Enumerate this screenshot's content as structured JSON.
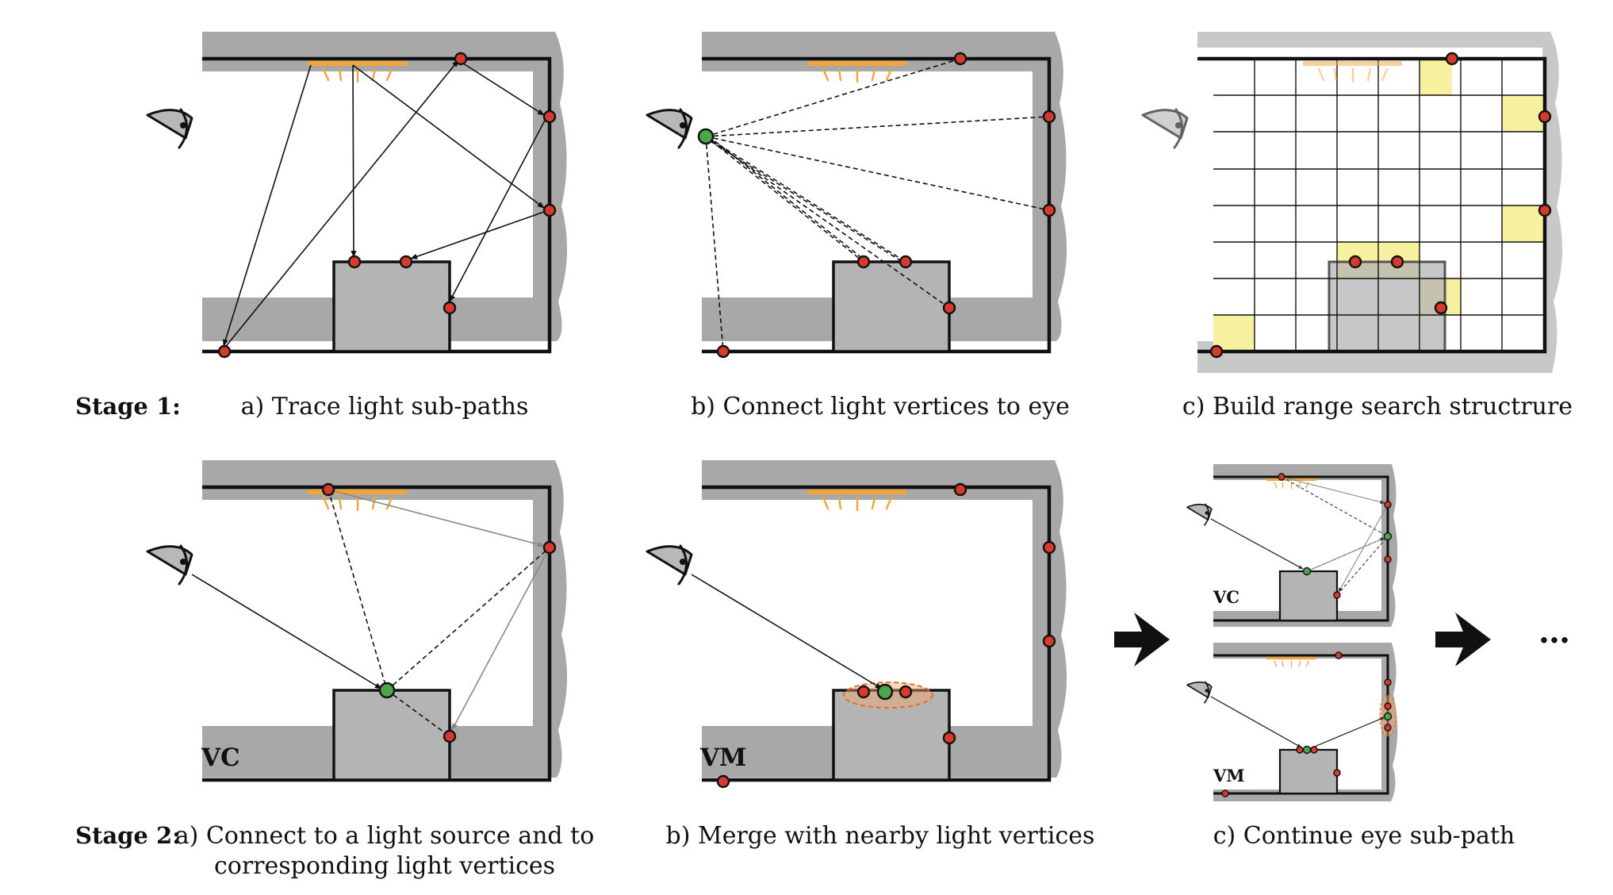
{
  "stage1": {
    "label": "Stage 1:",
    "panels": [
      {
        "caption": "a) Trace light sub-paths"
      },
      {
        "caption": "b) Connect light vertices to eye"
      },
      {
        "caption": "c) Build range search structrure"
      }
    ]
  },
  "stage2": {
    "label": "Stage 2:",
    "panels": [
      {
        "caption_line1": "a) Connect to a light source and to",
        "caption_line2": "corresponding light vertices",
        "tag": "VC"
      },
      {
        "caption": "b) Merge with nearby light vertices",
        "tag": "VM"
      },
      {
        "caption": "c) Continue eye sub-path",
        "tag_vc": "VC",
        "tag_vm": "VM"
      }
    ],
    "ellipsis": "…"
  },
  "colors": {
    "wall_shadow": "#a8a8a8",
    "box_fill": "#b4b4b4",
    "light_vertex": "#d63a2c",
    "eye_vertex": "#4aa84a",
    "light_source": "#f0a43a",
    "grid_highlight": "#f7f09e",
    "merge_region": "#f3a46b"
  },
  "icons": [
    "eye-icon",
    "arrow-right-icon",
    "light-source-icon"
  ]
}
